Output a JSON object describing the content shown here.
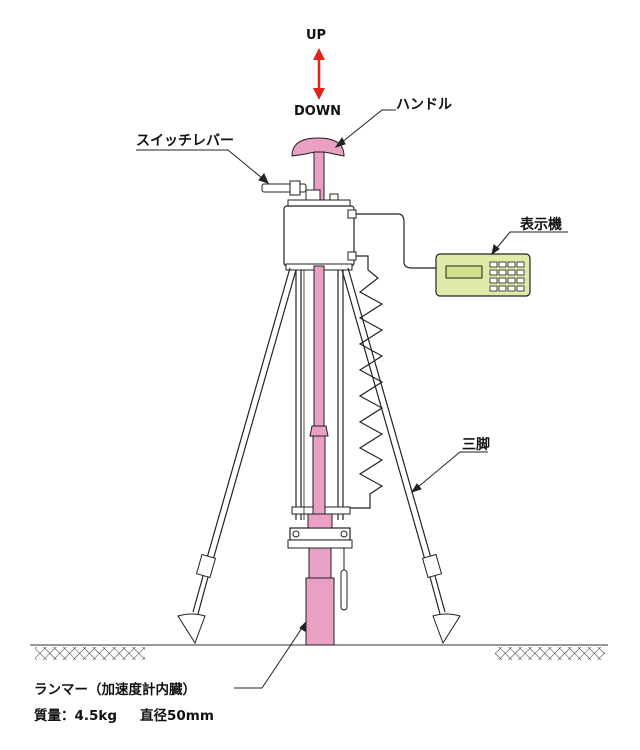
{
  "labels": {
    "up": "UP",
    "down": "DOWN",
    "handle": "ハンドル",
    "switch_lever": "スイッチレバー",
    "display": "表示機",
    "tripod": "三脚",
    "rammer": "ランマー（加速度計内臓）",
    "spec_mass": "質量：4.5kg",
    "spec_diameter": "直径50mm"
  },
  "colors": {
    "rod": "#e9a0c4",
    "rod_stroke": "#c06890",
    "arrow": "#e2231a",
    "display_fill": "#dfeaa9",
    "screen_fill": "#cfe08c",
    "line": "#222222"
  }
}
